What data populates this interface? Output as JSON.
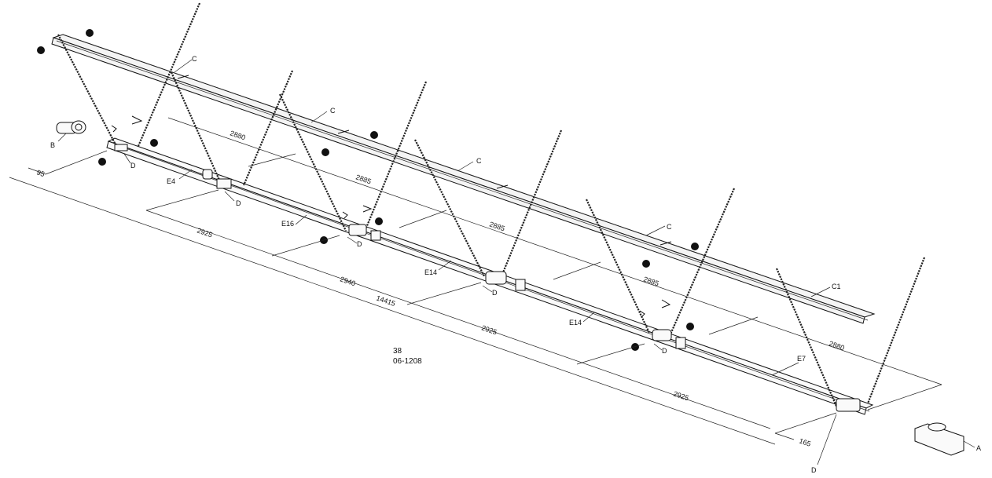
{
  "dimensions": {
    "offset_left": "95",
    "rail_spacing": [
      "2880",
      "2885",
      "2885",
      "2885",
      "2880"
    ],
    "bar_spacing": [
      "2925",
      "2940",
      "2925",
      "2925"
    ],
    "total_length": "14415",
    "offset_right": "165"
  },
  "labels": {
    "angle_parts": [
      "C",
      "C",
      "C",
      "C",
      "C1"
    ],
    "clamps": [
      "D",
      "D",
      "D",
      "D",
      "D",
      "D"
    ],
    "bars": [
      "E4",
      "E16",
      "E14",
      "E14",
      "E7"
    ],
    "end_left": "B",
    "end_right": "A"
  },
  "note": {
    "line1": "38",
    "line2": "06-1208"
  }
}
